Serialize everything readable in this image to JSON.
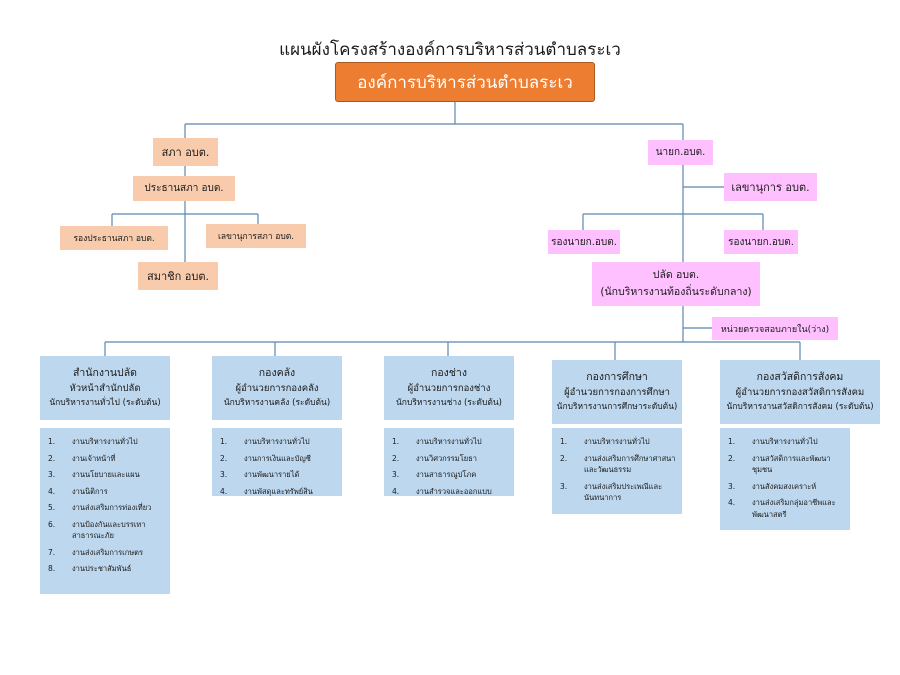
{
  "title": "แผนผังโครงสร้างองค์การบริหารส่วนตำบลระเว",
  "root": "องค์การบริหารส่วนตำบลระเว",
  "council": {
    "head": "สภา อบต.",
    "chair": "ประธานสภา อบต.",
    "vice_chair": "รองประธานสภา อบต.",
    "secretary": "เลขานุการสภา อบต.",
    "members": "สมาชิก อบต."
  },
  "executive": {
    "mayor": "นายก.อบต.",
    "secretary": "เลขานุการ อบต.",
    "deputy_left": "รองนายก.อบต.",
    "deputy_right": "รองนายก.อบต.",
    "palad_line1": "ปลัด อบต.",
    "palad_line2": "(นักบริหารงานท้องถิ่นระดับกลาง)",
    "audit": "หน่วยตรวจสอบภายใน(ว่าง)"
  },
  "departments": [
    {
      "line1": "สำนักงานปลัด",
      "line2": "หัวหน้าสำนักปลัด",
      "line3": "นักบริหารงานทั่วไป (ระดับต้น)",
      "tasks": [
        "งานบริหารงานทั่วไป",
        "งานเจ้าหน้าที่",
        "งานนโยบายและแผน",
        "งานนิติการ",
        "งานส่งเสริมการท่องเที่ยว",
        "งานป้องกันและบรรเทาสาธารณะภัย",
        "งานส่งเสริมการเกษตร",
        "งานประชาสัมพันธ์"
      ]
    },
    {
      "line1": "กองคลัง",
      "line2": "ผู้อำนวยการกองคลัง",
      "line3": "นักบริหารงานคลัง (ระดับต้น)",
      "tasks": [
        "งานบริหารงานทั่วไป",
        "งานการเงินและบัญชี",
        "งานพัฒนารายได้",
        "งานพัสดุและทรัพย์สิน"
      ]
    },
    {
      "line1": "กองช่าง",
      "line2": "ผู้อำนวยการกองช่าง",
      "line3": "นักบริหารงานช่าง (ระดับต้น)",
      "tasks": [
        "งานบริหารงานทั่วไป",
        "งานวิศวกรรมโยธา",
        "งานสาธารณูปโภค",
        "งานสำรวจและออกแบบ"
      ]
    },
    {
      "line1": "กองการศึกษา",
      "line2": "ผู้อำนวยการกองการศึกษา",
      "line3": "นักบริหารงานการศึกษาระดับต้น)",
      "tasks": [
        "งานบริหารงานทั่วไป",
        "งานส่งเสริมการศึกษาศาสนาและวัฒนธรรม",
        "งานส่งเสริมประเพณีและนันทนาการ"
      ]
    },
    {
      "line1": "กองสวัสดิการสังคม",
      "line2": "ผู้อำนวยการกองสวัสดิการสังคม",
      "line3": "นักบริหารงานสวัสดิการสังคม (ระดับต้น)",
      "tasks": [
        "งานบริหารงานทั่วไป",
        "งานสวัสดิการและพัฒนาชุมชน",
        "งานสังคมสงเคราะห์",
        "งานส่งเสริมกลุ่มอาชีพและพัฒนาสตรี"
      ]
    }
  ]
}
